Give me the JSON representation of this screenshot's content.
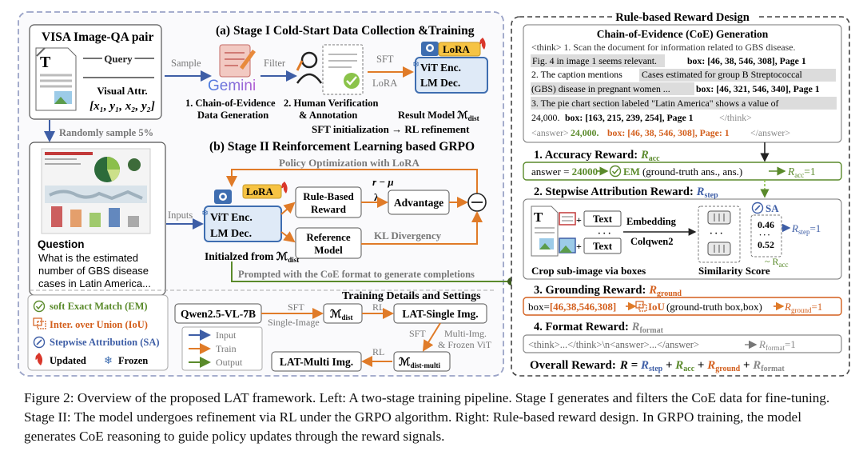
{
  "stage1": {
    "title": "(a) Stage I Cold-Start Data Collection &Training",
    "pair_title": "VISA Image-QA pair",
    "query": "Query",
    "visual_attr": "Visual Attr.",
    "coords": "[x₁, y₁, x₂, y₂]",
    "doc_letter": "T",
    "sample": "Sample",
    "gemini": "Gemini",
    "filter": "Filter",
    "sft": "SFT",
    "lora": "LoRA",
    "lora_badge": "LoRA",
    "vit": "ViT Enc.",
    "lm": "LM Dec.",
    "step1_line1": "1. Chain-of-Evidence",
    "step1_line2": "Data Generation",
    "step2_line1": "2. Human Verification",
    "step2_line2": "& Annotation",
    "result": "Result Model ℳ",
    "result_sub": "dist",
    "sft_rl": "SFT initialization → RL refinement"
  },
  "random_sample": "Randomly sample 5%",
  "question": {
    "label": "Question",
    "lines": [
      "What is the estimated",
      "number of GBS disease",
      "cases in Latin America..."
    ]
  },
  "stage2": {
    "title": "(b) Stage II Reinforcement Learning based GRPO",
    "policy_opt": "Policy Optimization with LoRA",
    "inputs": "Inputs",
    "lora_badge": "LoRA",
    "vit": "ViT Enc.",
    "lm": "LM Dec.",
    "init": "Initialzed from ℳ",
    "init_sub": "dist",
    "rule_based_1": "Rule-Based",
    "rule_based_2": "Reward",
    "r_mu": "r − μ",
    "lambda": "λ",
    "advantage": "Advantage",
    "kl": "KL Divergency",
    "reference_1": "Reference",
    "reference_2": "Model",
    "prompted": "Prompted with the CoE format to generate completions"
  },
  "legend": {
    "em": "soft Exact Match (EM)",
    "iou": "Inter. over Union (IoU)",
    "sa": "Stepwise Attribution (SA)",
    "updated": "Updated",
    "frozen": "Frozen"
  },
  "training": {
    "title": "Training Details and Settings",
    "qwen": "Qwen2.5-VL-7B",
    "sft": "SFT",
    "single_image": "Single-Image",
    "m": "ℳ",
    "dist": "dist",
    "rl": "RL",
    "lat_single": "LAT-Single Img.",
    "sft2": "SFT",
    "multi_img": "Multi-Img.",
    "frozen_vit": "& Frozen ViT",
    "rl2": "RL",
    "dist_multi": "dist-multi",
    "lat_multi": "LAT-Multi Img.",
    "input": "Input",
    "train": "Train",
    "output": "Output"
  },
  "reward": {
    "title": "Rule-based Reward Design",
    "coe_title": "Chain-of-Evidence (CoE) Generation",
    "coe_l1": "<think>  1. Scan the document for information related to GBS disease.",
    "coe_l2a": "Fig. 4 in image 1 seems relevant.",
    "coe_l2b": "box: [46, 38, 546, 308], Page 1",
    "coe_l3": "2. The caption mentions",
    "coe_l3h": "Cases estimated for group B Streptococcal",
    "coe_l4a": "(GBS) disease in pregnant women ...",
    "coe_l4b": "box: [46, 321, 546, 340], Page 1",
    "coe_l5": "3. The pie chart section labeled \"Latin America\" shows a value of",
    "coe_l6a": "24,000.",
    "coe_l6b": "box: [163, 215, 239, 254], Page 1",
    "coe_l6c": "</think>",
    "coe_l7a": "<answer>",
    "coe_l7b": "24,000.",
    "coe_l7c": "box: [46, 38, 546, 308], Page: 1",
    "coe_l7d": "</answer>",
    "acc_title": "1. Accuracy Reward:",
    "r_acc": "R",
    "acc_sub": "acc",
    "acc_line_a": "answer = ",
    "acc_line_b": "24000",
    "acc_line_c": "EM",
    "acc_line_d": "(ground-truth ans., ans.)",
    "acc_eq": "=1",
    "step_title": "2. Stepwise Attribution Reward:",
    "step_sub": "step",
    "text": "Text",
    "dots": "· · ·",
    "embedding": "Embedding",
    "colqwen": "Colqwen2",
    "sa": "SA",
    "v1": "0.46",
    "v2": "0.52",
    "tilde_acc": "~ R",
    "crop": "Crop sub-image via boxes",
    "sim": "Similarity Score",
    "ground_title": "3. Grounding Reward:",
    "ground_sub": "ground",
    "ground_line_a": "box=",
    "ground_line_b": "[46,38,546,308]",
    "ground_line_c": "IoU",
    "ground_line_d": "(ground-truth box,box)",
    "format_title": "4. Format Reward:",
    "format_sub": "format",
    "format_line": "<think>...</think>\\n<answer>...</answer>",
    "overall_a": "Overall Reward:",
    "overall_b": "R = ",
    "plus": " + "
  },
  "caption": "Figure 2: Overview of the proposed LAT framework. Left: A two-stage training pipeline. Stage I generates and filters the CoE data for fine-tuning. Stage II: The model undergoes refinement via RL under the GRPO algorithm. Right: Rule-based reward design. In GRPO training, the model generates CoE reasoning to guide policy updates through the reward signals."
}
